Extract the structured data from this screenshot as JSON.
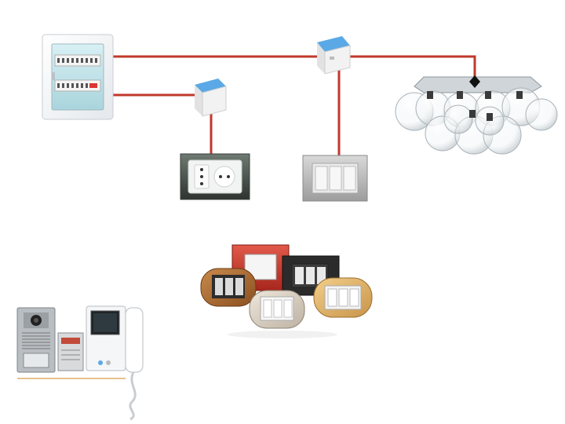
{
  "diagram": {
    "colors": {
      "wire": "#c0392b",
      "box_face": "#f2f2f2",
      "box_blue": "#5aa9e6",
      "accent_line": "#e8c18c"
    },
    "nodes": [
      {
        "id": "distribution-panel",
        "kind": "breaker-panel",
        "icon": "breaker-panel-icon"
      },
      {
        "id": "junction-box-main",
        "kind": "junction-box",
        "icon": "junction-box-icon"
      },
      {
        "id": "junction-box-outlet",
        "kind": "junction-box",
        "icon": "junction-box-icon"
      },
      {
        "id": "power-outlet",
        "kind": "socket",
        "icon": "power-socket-icon"
      },
      {
        "id": "light-switch",
        "kind": "switch",
        "icon": "light-switch-icon"
      },
      {
        "id": "ceiling-lamp",
        "kind": "lamp",
        "icon": "globe-chandelier-icon"
      },
      {
        "id": "wall-plates",
        "kind": "product-group",
        "icon": "decorative-wall-plates-icon"
      },
      {
        "id": "video-intercom",
        "kind": "product-group",
        "icon": "video-door-entry-kit-icon"
      }
    ],
    "edges": [
      {
        "from": "distribution-panel",
        "to": "junction-box-main"
      },
      {
        "from": "junction-box-main",
        "to": "ceiling-lamp"
      },
      {
        "from": "junction-box-main",
        "to": "light-switch"
      },
      {
        "from": "distribution-panel",
        "to": "junction-box-outlet"
      },
      {
        "from": "junction-box-outlet",
        "to": "power-outlet"
      }
    ]
  }
}
